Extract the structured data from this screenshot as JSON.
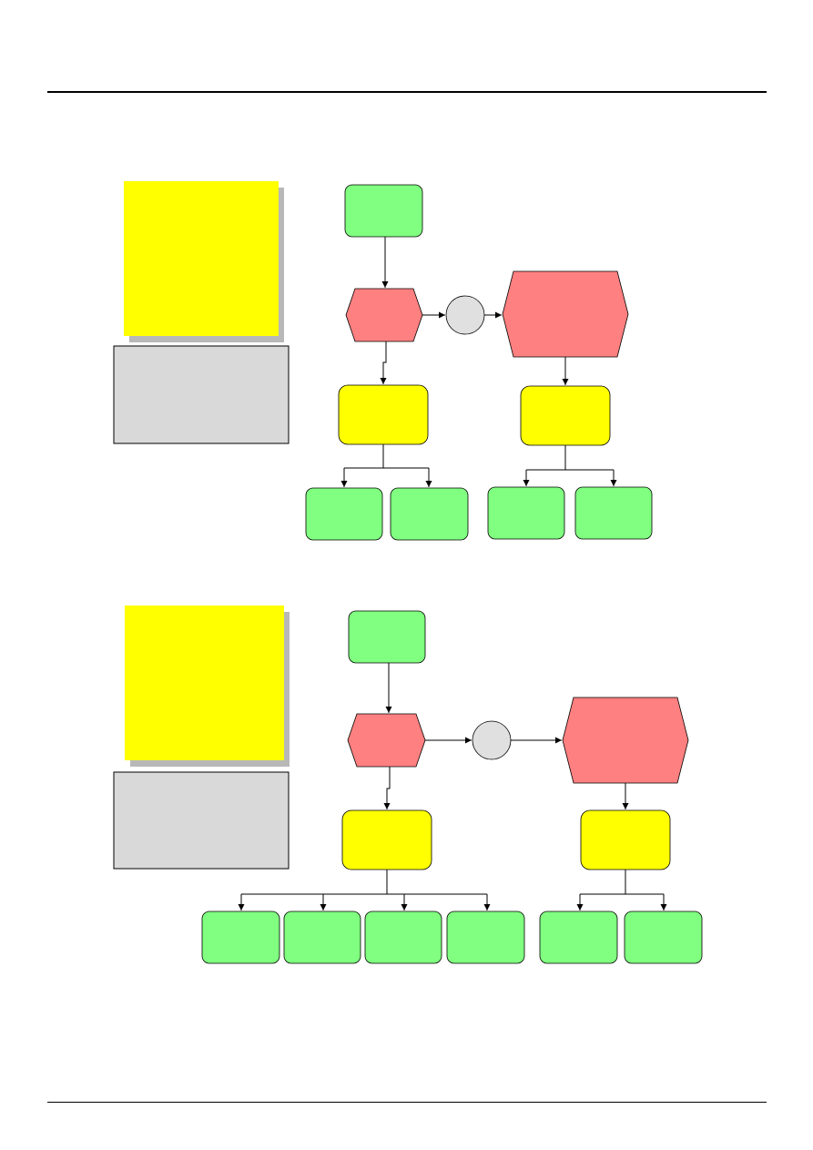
{
  "page": {
    "header_rule": "page-header-rule",
    "footer_rule": "page-footer-rule"
  },
  "colors": {
    "note_yellow": "#ffff00",
    "note_shadow": "#b8b8b8",
    "gray_box": "#d9d9d9",
    "green_node": "#80ff80",
    "red_node": "#ff8080",
    "yellow_node": "#ffff00",
    "connector": "#e0e0e0",
    "line": "#000000"
  },
  "diagrams": [
    {
      "name": "diagram-1",
      "note_text": "",
      "info_text": "",
      "start_label": "",
      "decision_label": "",
      "connector_label": "",
      "big_decision_label": "",
      "left_action_label": "",
      "right_action_label": "",
      "left_outcomes": [
        "",
        ""
      ],
      "right_outcomes": [
        "",
        ""
      ]
    },
    {
      "name": "diagram-2",
      "note_text": "",
      "info_text": "",
      "start_label": "",
      "decision_label": "",
      "connector_label": "",
      "big_decision_label": "",
      "left_action_label": "",
      "right_action_label": "",
      "left_outcomes": [
        "",
        "",
        "",
        ""
      ],
      "right_outcomes": [
        "",
        ""
      ]
    }
  ]
}
